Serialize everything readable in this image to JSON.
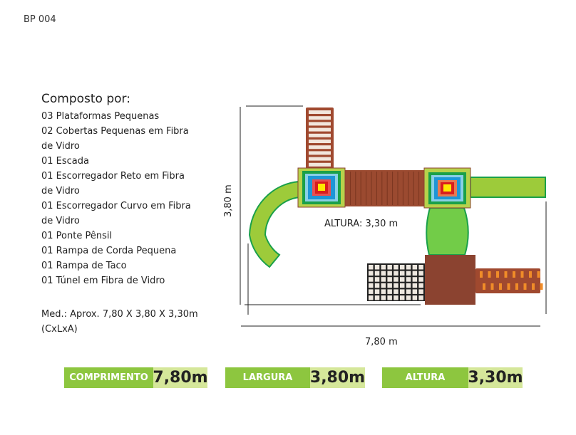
{
  "code": "BP 004",
  "title": "Composto por:",
  "items": [
    "03 Plataformas Pequenas",
    "02 Cobertas Pequenas em Fibra de Vidro",
    "01 Escada",
    "01 Escorregador Reto em Fibra de Vidro",
    "01 Escorregador Curvo em Fibra de Vidro",
    "01 Ponte Pênsil",
    "01 Rampa de Corda Pequena",
    "01 Rampa de Taco",
    "01 Túnel em Fibra de Vidro"
  ],
  "measures": "Med.: Aprox. 7,80 X 3,80 X 3,30m (CxLxA)",
  "diagram": {
    "height_label": "ALTURA: 3,30 m",
    "width_label": "3,80 m",
    "length_label": "7,80 m"
  },
  "bars": [
    {
      "label": "COMPRIMENTO",
      "value": "7,80m"
    },
    {
      "label": "LARGURA",
      "value": "3,80m"
    },
    {
      "label": "ALTURA",
      "value": "3,30m"
    }
  ],
  "colors": {
    "green": "#8dc63f",
    "light_green": "#d5e79a",
    "brown": "#8b4330"
  }
}
